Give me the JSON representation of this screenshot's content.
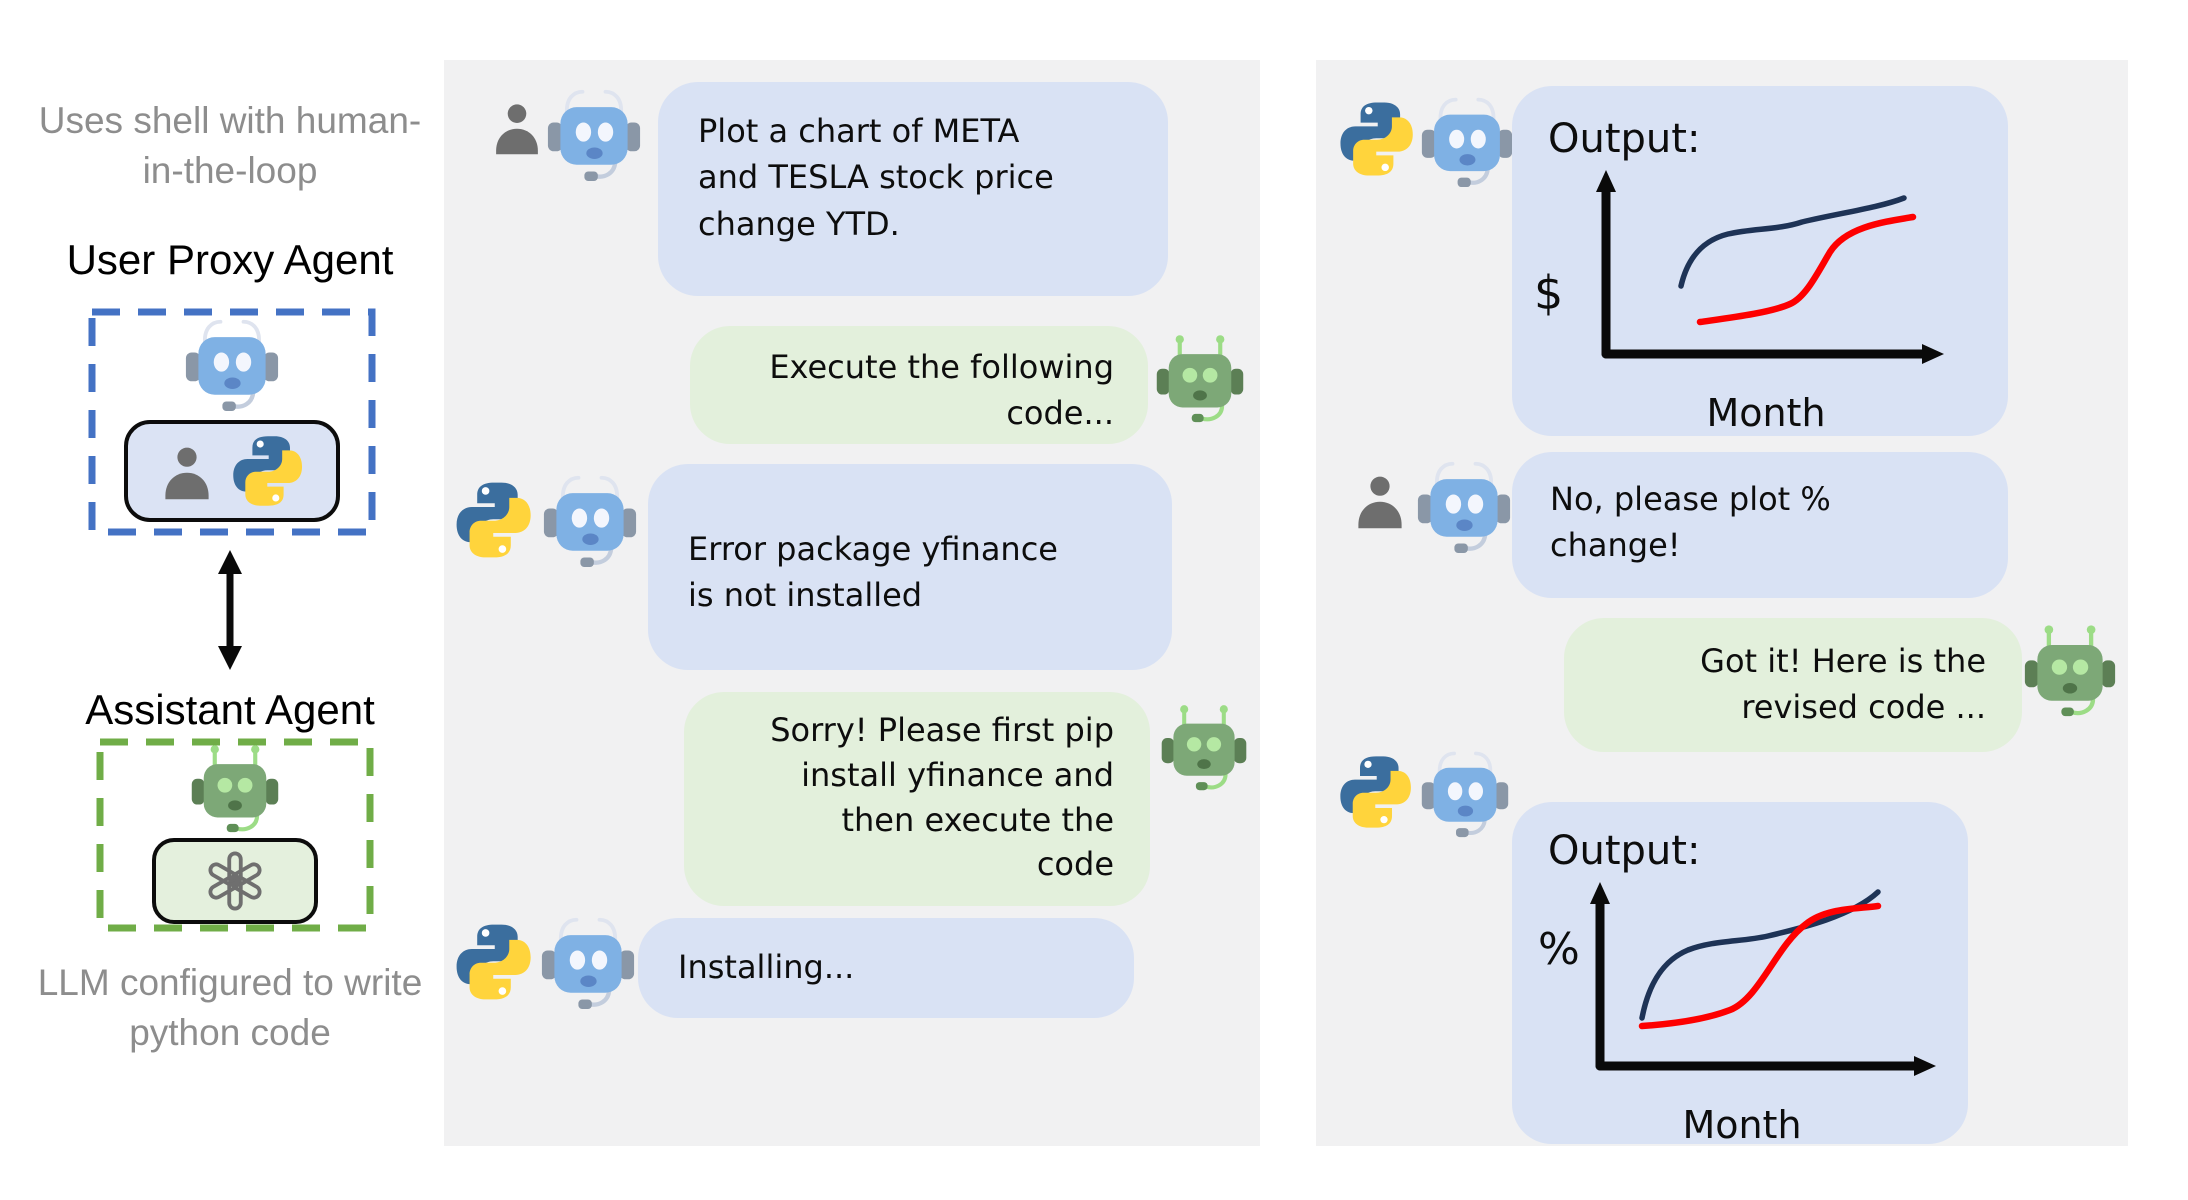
{
  "palette": {
    "page_bg": "#ffffff",
    "panel_bg": "#f1f1f2",
    "bubble_blue": "#d9e2f4",
    "bubble_green": "#e3f0dc",
    "dashed_blue": "#4472c4",
    "dashed_green": "#70ad47",
    "line_navy": "#1e3356",
    "line_red": "#fe0000",
    "muted_text": "#8d8d8d"
  },
  "left_panel": {
    "top_caption": "Uses shell with human-in-the-loop",
    "user_proxy": {
      "title": "User Proxy Agent",
      "icons": [
        "robot-blue-icon",
        "person-icon",
        "python-icon"
      ]
    },
    "arrow": "bidirectional-vertical-arrow",
    "assistant": {
      "title": "Assistant Agent",
      "icons": [
        "robot-green-icon",
        "openai-icon"
      ]
    },
    "bottom_caption": "LLM configured to write python code"
  },
  "middle_chat": {
    "messages": [
      {
        "sender": "user-proxy",
        "avatars": [
          "person-icon",
          "robot-blue-icon"
        ],
        "bubble": "blue",
        "text": "Plot a chart of META\nand TESLA stock price\nchange YTD."
      },
      {
        "sender": "assistant",
        "avatars": [
          "robot-green-icon"
        ],
        "bubble": "green",
        "text": "Execute the following\ncode..."
      },
      {
        "sender": "user-proxy",
        "avatars": [
          "python-icon",
          "robot-blue-icon"
        ],
        "bubble": "blue",
        "text": "Error package yfinance\nis not installed"
      },
      {
        "sender": "assistant",
        "avatars": [
          "robot-green-icon"
        ],
        "bubble": "green",
        "text": "Sorry! Please first pip\ninstall yfinance and\nthen execute the\ncode"
      },
      {
        "sender": "user-proxy",
        "avatars": [
          "python-icon",
          "robot-blue-icon"
        ],
        "bubble": "blue",
        "text": "Installing..."
      }
    ]
  },
  "right_chat": {
    "messages": [
      {
        "sender": "user-proxy",
        "avatars": [
          "python-icon",
          "robot-blue-icon"
        ],
        "bubble": "blue",
        "type": "chart",
        "title": "Output:",
        "ylabel": "$",
        "xlabel": "Month"
      },
      {
        "sender": "user-proxy",
        "avatars": [
          "person-icon",
          "robot-blue-icon"
        ],
        "bubble": "blue",
        "text": "No, please plot %\nchange!"
      },
      {
        "sender": "assistant",
        "avatars": [
          "robot-green-icon"
        ],
        "bubble": "green",
        "text": "Got it! Here is the\nrevised code ..."
      },
      {
        "sender": "user-proxy",
        "avatars": [
          "python-icon",
          "robot-blue-icon"
        ],
        "bubble": "blue",
        "type": "chart",
        "title": "Output:",
        "ylabel": "%",
        "xlabel": "Month"
      }
    ]
  },
  "chart_data": [
    {
      "type": "line",
      "title": "Output:",
      "xlabel": "Month",
      "ylabel": "$",
      "legend_position": "none",
      "series": [
        {
          "name": "navy-curve",
          "color": "#1e3356",
          "x_norm": [
            0.23,
            0.35,
            0.5,
            0.65,
            0.8,
            0.92
          ],
          "y_norm": [
            0.4,
            0.62,
            0.72,
            0.78,
            0.85,
            0.93
          ]
        },
        {
          "name": "red-curve",
          "color": "#fe0000",
          "x_norm": [
            0.29,
            0.45,
            0.57,
            0.64,
            0.72,
            0.95
          ],
          "y_norm": [
            0.19,
            0.24,
            0.32,
            0.55,
            0.72,
            0.8
          ]
        }
      ],
      "note": "hand-drawn sketch, no tick labels"
    },
    {
      "type": "line",
      "title": "Output:",
      "xlabel": "Month",
      "ylabel": "%",
      "legend_position": "none",
      "series": [
        {
          "name": "navy-curve",
          "color": "#1e3356",
          "x_norm": [
            0.14,
            0.3,
            0.45,
            0.62,
            0.78,
            0.87
          ],
          "y_norm": [
            0.31,
            0.55,
            0.68,
            0.74,
            0.85,
            0.97
          ]
        },
        {
          "name": "red-curve",
          "color": "#fe0000",
          "x_norm": [
            0.14,
            0.35,
            0.5,
            0.63,
            0.78,
            0.87
          ],
          "y_norm": [
            0.28,
            0.31,
            0.4,
            0.69,
            0.82,
            0.89
          ]
        }
      ],
      "note": "red curve crosses navy curve near the right side"
    }
  ]
}
